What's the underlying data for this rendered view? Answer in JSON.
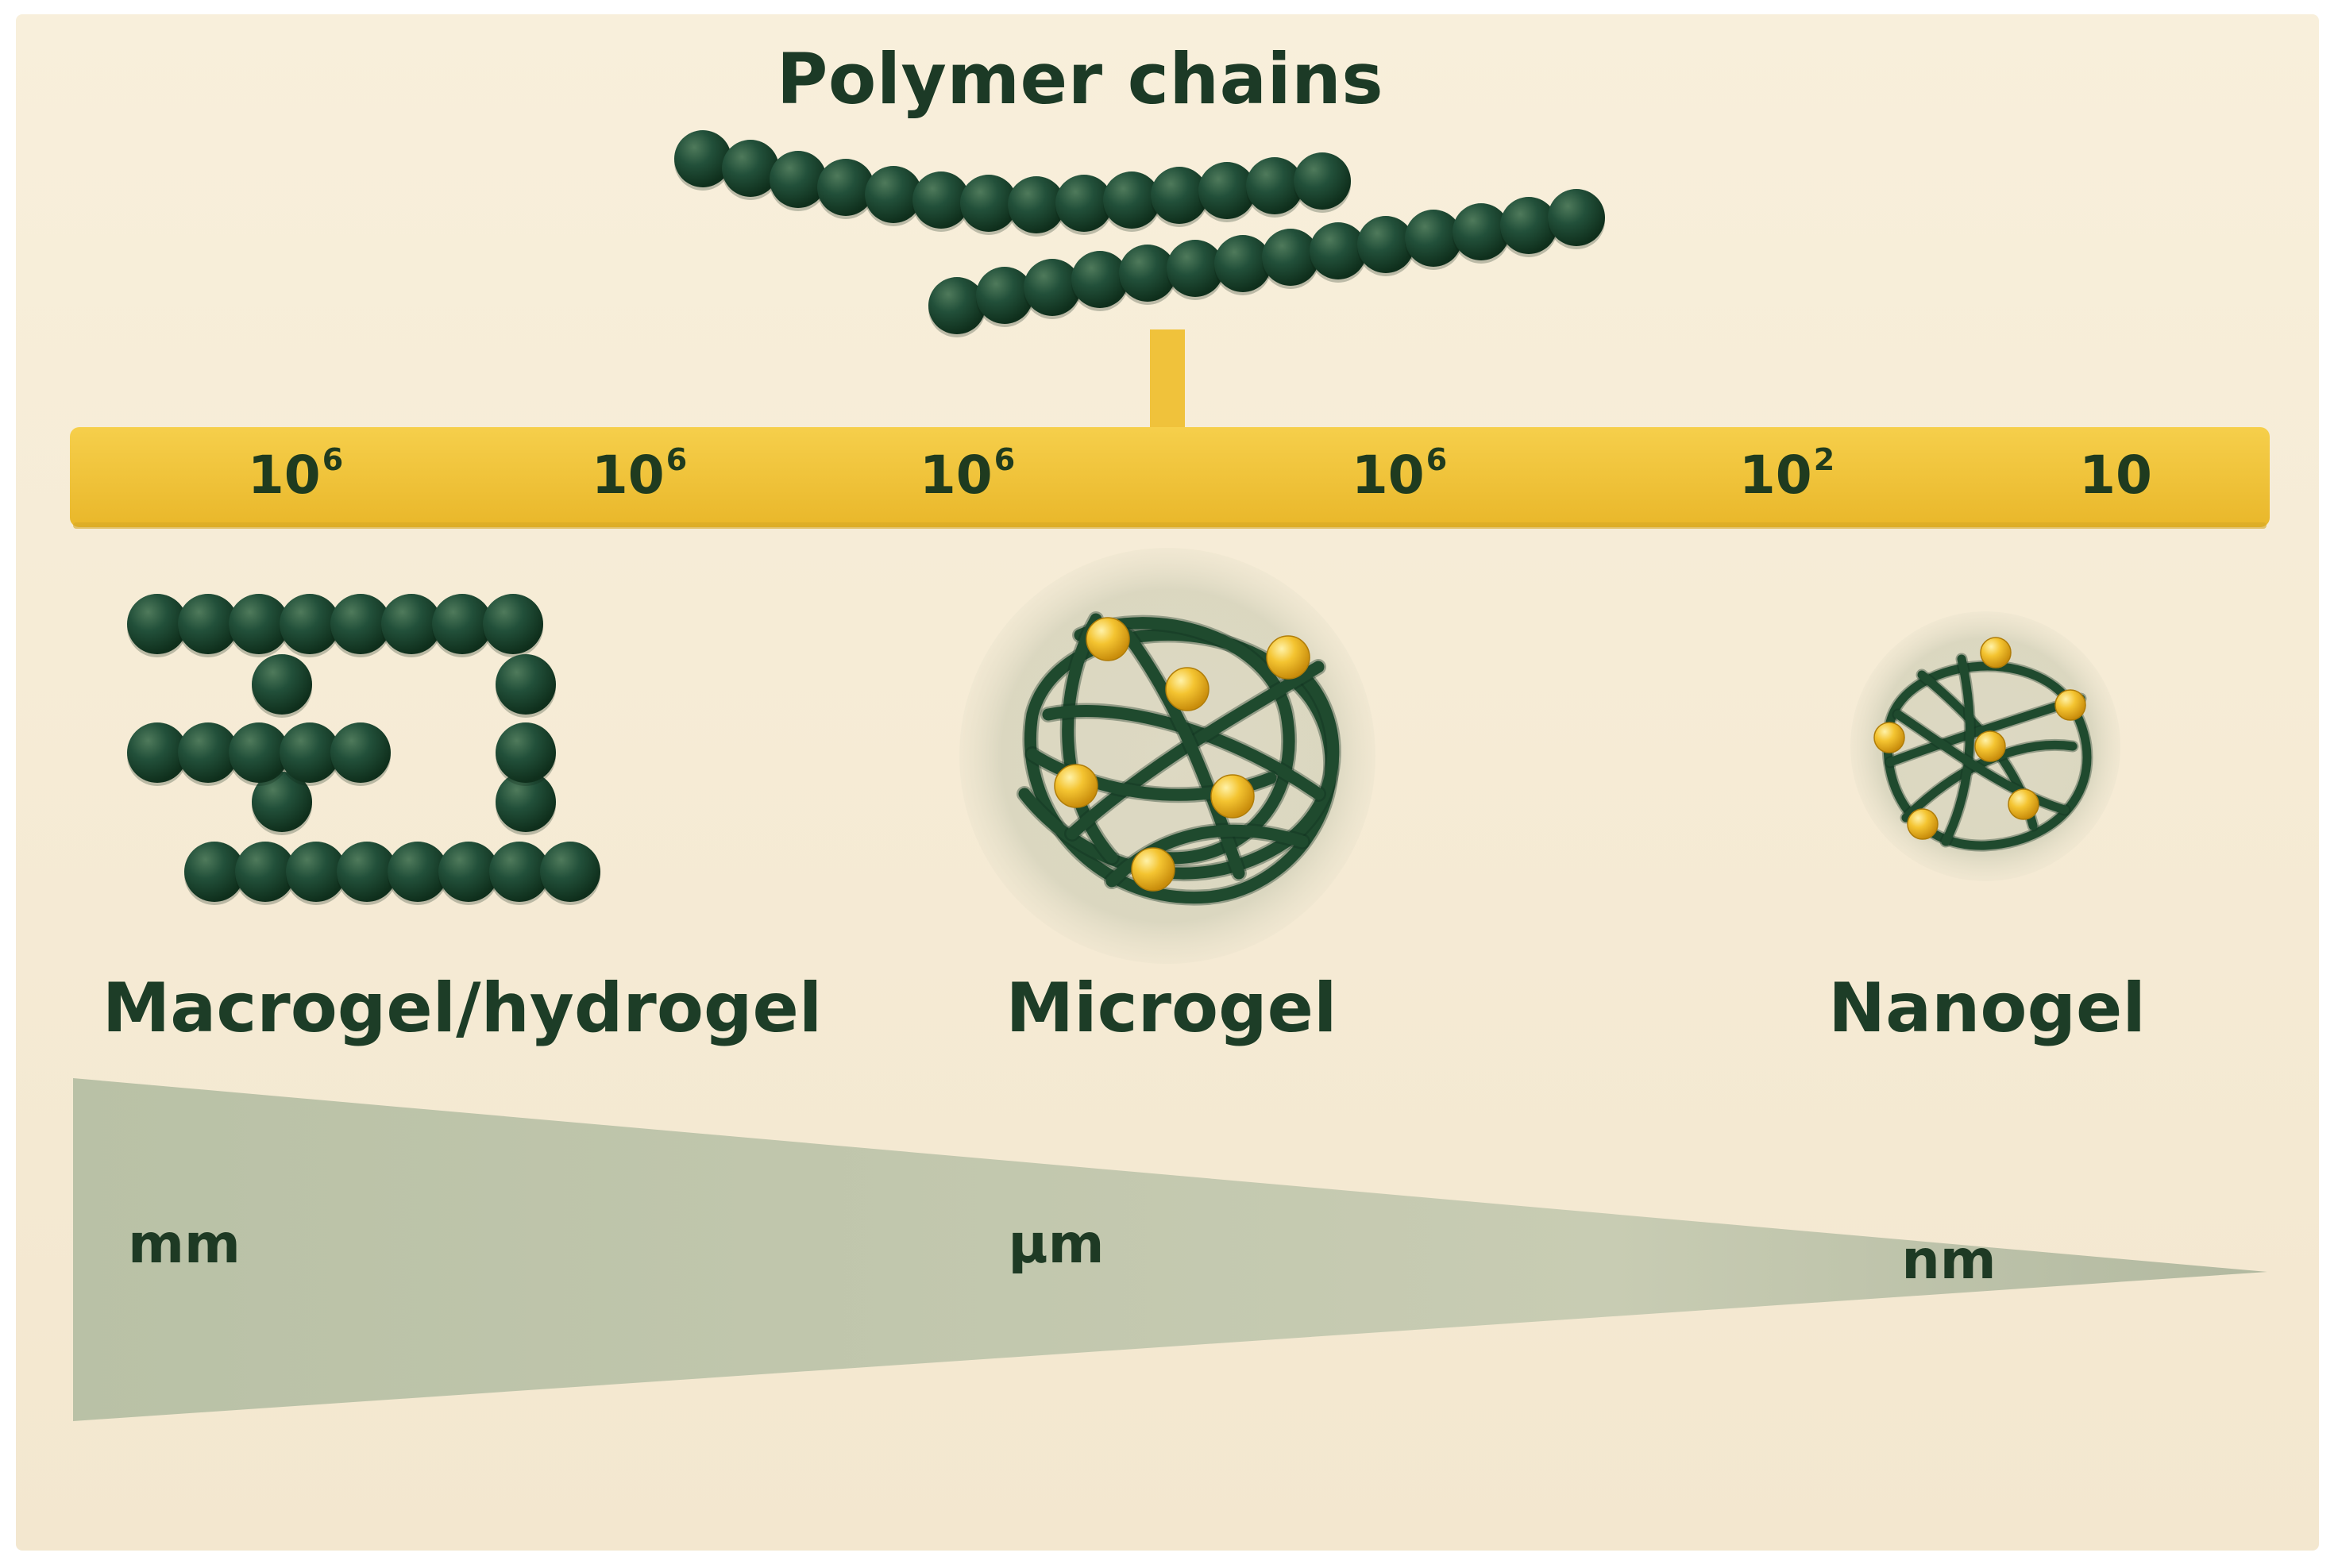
{
  "title": "Polymer chains",
  "scale_ticks": [
    {
      "base": "10",
      "exp": "6"
    },
    {
      "base": "10",
      "exp": "6"
    },
    {
      "base": "10",
      "exp": "6"
    },
    {
      "base": "10",
      "exp": "6"
    },
    {
      "base": "10",
      "exp": "2"
    },
    {
      "base": "10",
      "exp": ""
    }
  ],
  "gels": [
    {
      "label": "Macrogel/hydrogel"
    },
    {
      "label": "Microgel"
    },
    {
      "label": "Nanogel"
    }
  ],
  "size_units": [
    "mm",
    "µm",
    "nm"
  ],
  "colors": {
    "background": "#f6ecd6",
    "bead_green": "#1f4a2e",
    "scale_bar": "#f2c53d",
    "crosslink_yellow": "#f4c431",
    "wedge": "#bfc5ad",
    "text": "#1c3a26"
  }
}
